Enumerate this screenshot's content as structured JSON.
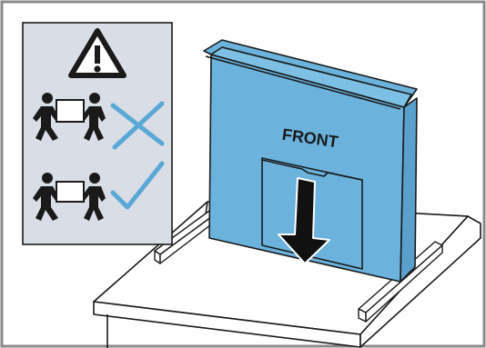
{
  "box": {
    "label": "FRONT",
    "color": "#6bb3dd",
    "outline": "#1a1a1a"
  },
  "warning_panel": {
    "background": "#d9dde6",
    "icon": "warning-triangle-icon",
    "items": [
      {
        "icon": "two-person-carry-icon",
        "status_icon": "cross-icon",
        "status": "incorrect",
        "status_color": "#5aa8d6"
      },
      {
        "icon": "two-person-carry-icon",
        "status_icon": "checkmark-icon",
        "status": "correct",
        "status_color": "#5aa8d6"
      }
    ]
  },
  "arrow": {
    "icon": "arrow-down-icon",
    "direction": "down"
  },
  "frame_border_color": "#888888"
}
